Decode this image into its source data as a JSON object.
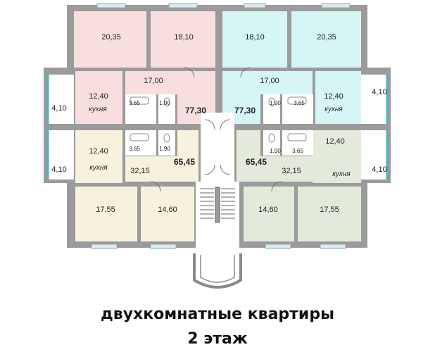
{
  "colors": {
    "wall": "#9b9b9b",
    "pink": "#f9dedf",
    "cyan": "#d6f5f5",
    "cream": "#f6f2dd",
    "green": "#e3eadc",
    "window": "#dcebf0",
    "balcony_edge": "#4ab5c4"
  },
  "rooms": {
    "r1": "20,35",
    "r2": "18,10",
    "r3": "18,10",
    "r4": "20,35",
    "hall_tl": "17,00",
    "hall_tr": "17,00",
    "kitchen_tl": "12,40",
    "kitchen_tr": "12,40",
    "kitchen_bl": "12,40",
    "kitchen_br": "12,40",
    "bath_tl": "3,65",
    "wc_tl": "1,90",
    "bath_tr": "3,65",
    "wc_tr": "1,90",
    "bath_bl": "3,65",
    "wc_bl": "1,90",
    "bath_br": "3,65",
    "wc_br": "1,90",
    "balcony_tl": "4,10",
    "balcony_tr": "4,10",
    "balcony_bl": "4,10",
    "balcony_br": "4,10",
    "total_tl": "77,30",
    "total_tr": "77,30",
    "total_bl": "65,45",
    "total_br": "65,45",
    "hall_bl": "32,15",
    "hall_br": "32,15",
    "r5": "17,55",
    "r6": "14,60",
    "r7": "14,60",
    "r8": "17,55"
  },
  "kitchen_label": "кухня",
  "caption": {
    "line1": "двухкомнатные квартиры",
    "line2": "2 этаж"
  }
}
